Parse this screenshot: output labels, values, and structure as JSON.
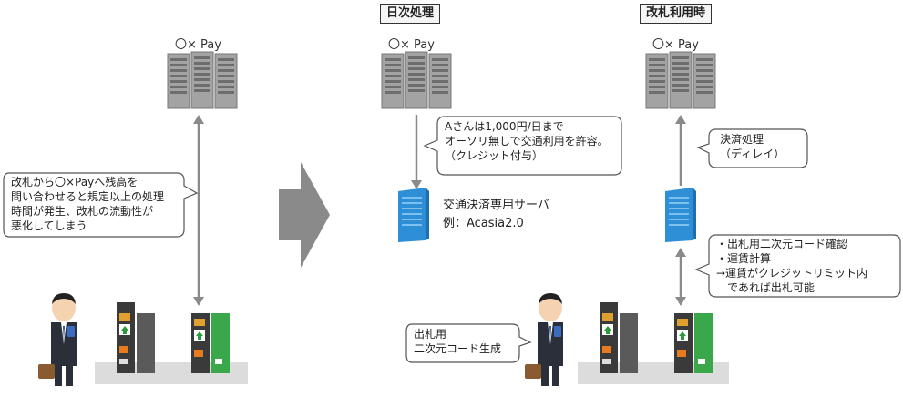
{
  "col1": {
    "server_label": "〇× Pay",
    "note_lines": [
      "改札から〇×Payへ残高を",
      "問い合わせると規定以上の処理",
      "時間が発生、改札の流動性が",
      "悪化してしまう"
    ]
  },
  "col2": {
    "heading": "日次処理",
    "server_label": "〇× Pay",
    "note_lines": [
      "Aさんは1,000円/日まで",
      "オーソリ無しで交通利用を許容。",
      "（クレジット付与）"
    ],
    "dedicated_server_lines": [
      "交通決済専用サーバ",
      "例：Acasia2.0"
    ]
  },
  "col3": {
    "heading": "改札利用時",
    "server_label": "〇× Pay",
    "settle_lines": [
      "決済処理",
      "（ディレイ）"
    ],
    "gate_lines": [
      "・出札用二次元コード確認",
      "・運賃計算",
      "→運賃がクレジットリミット内",
      "　であれば出札可能"
    ],
    "phone_lines": [
      "出札用",
      "二次元コード生成"
    ]
  },
  "colors": {
    "server_gray": "#9a9a9a",
    "server_blue": "#2f8fd6",
    "gate_green": "#3aa84a",
    "arrow_gray": "#8a8a8a"
  }
}
